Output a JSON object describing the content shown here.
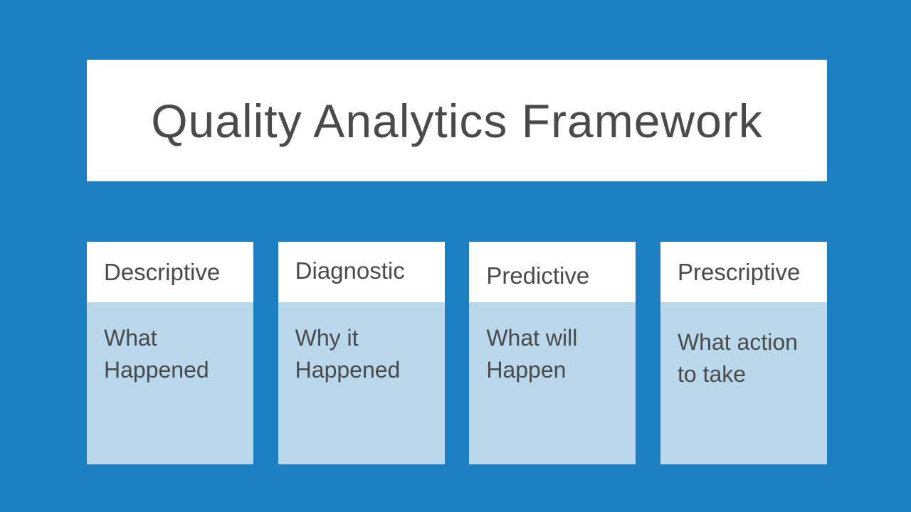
{
  "slide": {
    "title": "Quality Analytics Framework",
    "columns": [
      {
        "header": "Descriptive",
        "body": "What\nHappened"
      },
      {
        "header": "Diagnostic",
        "body": "Why it\nHappened"
      },
      {
        "header": "Predictive",
        "body": "What will\nHappen"
      },
      {
        "header": "Prescriptive",
        "body": "What action\nto take"
      }
    ],
    "colors": {
      "background": "#1C7FC4",
      "panel": "#FFFFFF",
      "column_body": "#BAD8EB",
      "text": "#4A4A4A"
    }
  }
}
